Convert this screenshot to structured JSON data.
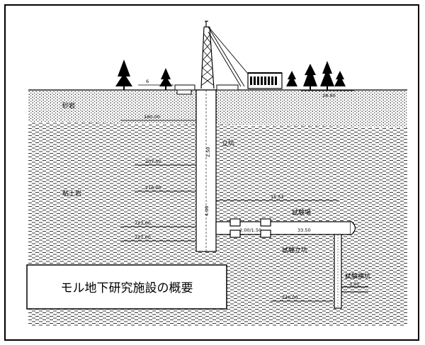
{
  "title": "モル地下研究施設の概要",
  "labels": {
    "sandstone": "砂岩",
    "claystone": "粘土岩",
    "shaft": "立坑",
    "test_field": "試験場",
    "test_shaft": "試験立坑",
    "test_drift": "試験横坑"
  },
  "values": {
    "surface_ref": "6",
    "surface_right": "28.40",
    "d1": "180.00",
    "d2": "207.00",
    "d3": "216.00",
    "d4": "223.00",
    "d5": "227.00",
    "d6": "246.00",
    "shaft_dim1": "2.50",
    "shaft_dim2": "4.00",
    "gallery_len": "33.50",
    "gallery_dim": "2.00/1.50",
    "gallery_level": "15.53",
    "drift_dim": "3.00"
  },
  "colors": {
    "ink": "#000000",
    "paper": "#ffffff"
  }
}
